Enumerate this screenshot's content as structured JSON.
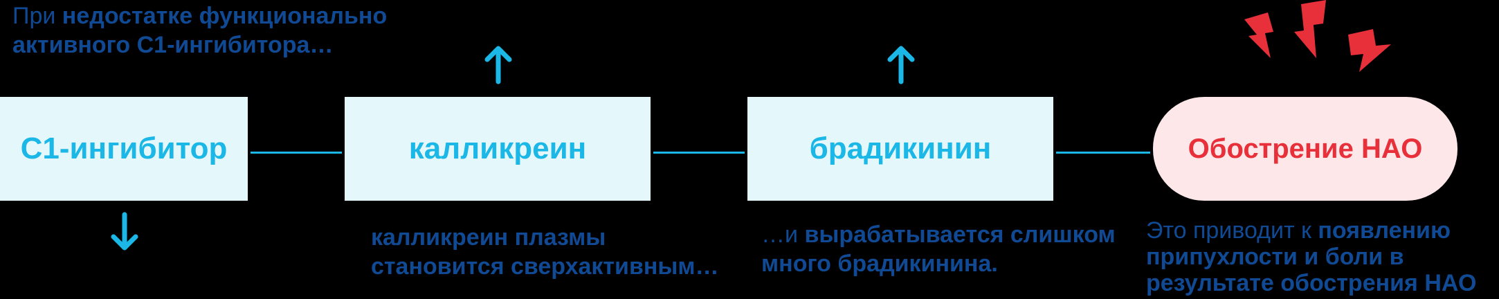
{
  "intro": {
    "prefix": "При ",
    "bold_1": "недостатке функционально",
    "bold_2": "активного С1-ингибитора…"
  },
  "boxes": {
    "c1": "С1-ингибитор",
    "kallikrein": "калликреин",
    "bradykinin": "брадикинин"
  },
  "outcome": {
    "label": "Обострение НАО"
  },
  "notes": {
    "kallikrein_line1": "калликреин плазмы",
    "kallikrein_line2": "становится сверхактивным…",
    "bradykinin_prefix": "…и ",
    "bradykinin_bold": "вырабатывается слишком",
    "bradykinin_line2": "много брадикинина.",
    "outcome_prefix": "Это приводит к ",
    "outcome_bold_1": "появлению",
    "outcome_line2": "припухлости и боли в",
    "outcome_line3": "результате обострения НАО"
  },
  "colors": {
    "accent": "#1ab7e7",
    "box_bg": "#e4f7fb",
    "text_dark": "#114a94",
    "outcome_text": "#e8303b",
    "outcome_bg": "#fde7e9",
    "lightning": "#e8303b"
  },
  "icons": {
    "up_arrow": "arrow-up-icon",
    "down_arrow": "arrow-down-icon",
    "lightning": "lightning-bolt-icon"
  }
}
